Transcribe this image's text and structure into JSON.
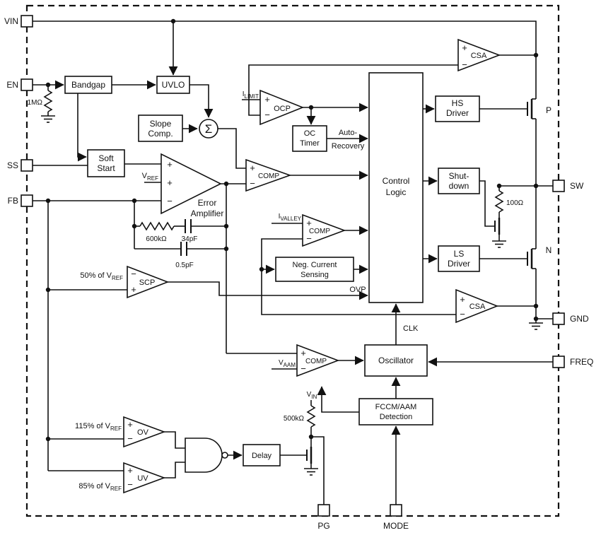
{
  "diagram": {
    "pins": {
      "vin": "VIN",
      "en": "EN",
      "ss": "SS",
      "fb": "FB",
      "sw": "SW",
      "gnd": "GND",
      "freq": "FREQ",
      "pg": "PG",
      "mode": "MODE"
    },
    "blocks": {
      "bandgap": "Bandgap",
      "uvlo": "UVLO",
      "slope_line1": "Slope",
      "slope_line2": "Comp.",
      "soft_line1": "Soft",
      "soft_line2": "Start",
      "ea_line1": "Error",
      "ea_line2": "Amplifier",
      "ocp": "OCP",
      "oc_timer_line1": "OC",
      "oc_timer_line2": "Timer",
      "auto_line1": "Auto-",
      "auto_line2": "Recovery",
      "comp": "COMP",
      "control_line1": "Control",
      "control_line2": "Logic",
      "hs_line1": "HS",
      "hs_line2": "Driver",
      "shutdown_line1": "Shut-",
      "shutdown_line2": "down",
      "ls_line1": "LS",
      "ls_line2": "Driver",
      "csa": "CSA",
      "scp": "SCP",
      "oscillator": "Oscillator",
      "fccm_line1": "FCCM/AAM",
      "fccm_line2": "Detection",
      "ncs_line1": "Neg. Current",
      "ncs_line2": "Sensing",
      "ov": "OV",
      "uv": "UV",
      "delay": "Delay"
    },
    "signals": {
      "v": "V",
      "i": "I",
      "ref": "REF",
      "limit": "LIMIT",
      "valley": "VALLEY",
      "aam": "AAM",
      "in": "IN",
      "ovp": "OVP",
      "clk": "CLK",
      "pct50": "50% of ",
      "pct115": "115% of ",
      "pct85": "85% of ",
      "p_fet": "P",
      "n_fet": "N"
    },
    "components": {
      "r_1m": "1MΩ",
      "r_600k": "600kΩ",
      "c_34p": "34pF",
      "c_05p": "0.5pF",
      "r_100": "100Ω",
      "r_500k": "500kΩ"
    },
    "symbols": {
      "sigma": "Σ",
      "plus": "+",
      "minus": "−"
    }
  }
}
